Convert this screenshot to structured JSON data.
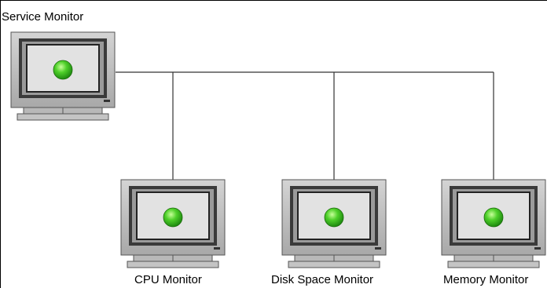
{
  "diagram": {
    "title_node": {
      "label": "Service Monitor",
      "status_color": "#44cc22",
      "icon": "monitor-icon"
    },
    "child_nodes": [
      {
        "label": "CPU Monitor",
        "status_color": "#44cc22",
        "icon": "monitor-icon"
      },
      {
        "label": "Disk Space Monitor",
        "status_color": "#44cc22",
        "icon": "monitor-icon"
      },
      {
        "label": "Memory Monitor",
        "status_color": "#44cc22",
        "icon": "monitor-icon"
      }
    ],
    "connections": [
      {
        "from": "Service Monitor",
        "to": "CPU Monitor"
      },
      {
        "from": "Service Monitor",
        "to": "Disk Space Monitor"
      },
      {
        "from": "Service Monitor",
        "to": "Memory Monitor"
      }
    ]
  }
}
